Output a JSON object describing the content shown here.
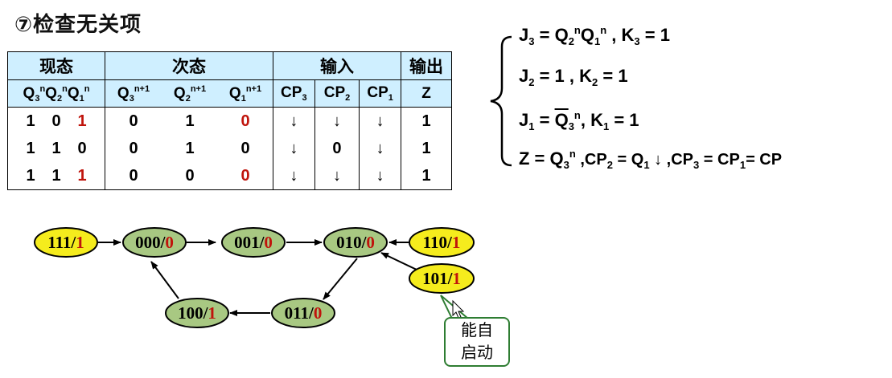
{
  "title": "⑦检查无关项",
  "table": {
    "groups": [
      "现态",
      "次态",
      "输入",
      "输出"
    ],
    "present_state_header": [
      "Q",
      "3",
      "n",
      "Q",
      "2",
      "n",
      "Q",
      "1",
      "n"
    ],
    "next_headers": [
      {
        "q": "Q",
        "sub": "3",
        "sup": "n+1"
      },
      {
        "q": "Q",
        "sub": "2",
        "sup": "n+1"
      },
      {
        "q": "Q",
        "sub": "1",
        "sup": "n+1"
      }
    ],
    "input_headers": [
      {
        "t": "CP",
        "sub": "3"
      },
      {
        "t": "CP",
        "sub": "2"
      },
      {
        "t": "CP",
        "sub": "1"
      }
    ],
    "output_header": "Z",
    "rows": [
      {
        "q3": "1",
        "q2": "0",
        "q1": "1",
        "n3": "0",
        "n2": "1",
        "n1": "0",
        "cp3": "↓",
        "cp2": "↓",
        "cp1": "↓",
        "z": "1"
      },
      {
        "q3": "1",
        "q2": "1",
        "q1": "0",
        "n3": "0",
        "n2": "1",
        "n1": "0",
        "cp3": "↓",
        "cp2": "0",
        "cp1": "↓",
        "z": "1"
      },
      {
        "q3": "1",
        "q2": "1",
        "q1": "1",
        "n3": "0",
        "n2": "0",
        "n1": "0",
        "cp3": "↓",
        "cp2": "↓",
        "cp1": "↓",
        "z": "1"
      }
    ]
  },
  "equations": {
    "eq1": {
      "j": "J",
      "j_sub": "3",
      "eq": " = ",
      "a": "Q",
      "a_sub": "2",
      "a_sup": "n",
      "b": "Q",
      "b_sub": "1",
      "b_sup": "n",
      "k": " , K",
      "k_sub": "3",
      "k_val": " = 1"
    },
    "eq2": {
      "j": "J",
      "j_sub": "2",
      "rest": " = 1 , K",
      "k_sub": "2",
      "k_val": " = 1"
    },
    "eq3": {
      "j": "J",
      "j_sub": "1",
      "eq": " = ",
      "q": "Q",
      "q_sub": "3",
      "q_sup": "n",
      "k": ", K",
      "k_sub": "1",
      "k_val": " = 1"
    },
    "eq4": {
      "z": "Z = Q",
      "z_sub": "3",
      "z_sup": "n",
      "cp2": " ,CP",
      "cp2_sub": "2",
      "cp2_val": " = Q",
      "cp2_q_sub": "1",
      "cp2_arrow": " ↓",
      "cp3": " ,CP",
      "cp3_sub": "3",
      "cp3_eq": " = CP",
      "cp1_sub": "1",
      "cp_end": "= CP"
    }
  },
  "state_diagram": {
    "nodes": [
      {
        "id": "n111",
        "state": "111",
        "out": "1",
        "color": "#f5ec1d"
      },
      {
        "id": "n000",
        "state": "000",
        "out": "0",
        "color": "#a8c882"
      },
      {
        "id": "n001",
        "state": "001",
        "out": "0",
        "color": "#a8c882"
      },
      {
        "id": "n010",
        "state": "010",
        "out": "0",
        "color": "#a8c882"
      },
      {
        "id": "n110",
        "state": "110",
        "out": "1",
        "color": "#f5ec1d"
      },
      {
        "id": "n101",
        "state": "101",
        "out": "1",
        "color": "#f5ec1d"
      },
      {
        "id": "n011",
        "state": "011",
        "out": "0",
        "color": "#a8c882"
      },
      {
        "id": "n100",
        "state": "100",
        "out": "1",
        "color": "#a8c882"
      }
    ],
    "callout": [
      "能自",
      "启动"
    ]
  },
  "colors": {
    "header_bg": "#cfefff",
    "red": "#c0140c",
    "yellow_node": "#f5ec1d",
    "green_node": "#a8c882",
    "callout_border": "#2e7d32"
  }
}
